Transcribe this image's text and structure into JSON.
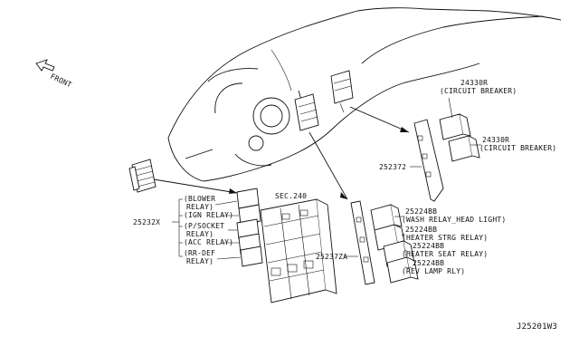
{
  "direction_label": "FRONT",
  "section_ref": "SEC.240",
  "diagram_code": "J25201W3",
  "callouts": {
    "cb_top_num": "24330R",
    "cb_top_desc": "(CIRCUIT BREAKER)",
    "cb_right_num": "24330R",
    "cb_right_desc": "(CIRCUIT BREAKER)",
    "bracket_upper": "252372",
    "bracket_lower": "25237ZA",
    "relay_group_num": "25232X",
    "relay_1a": "(BLOWER",
    "relay_1b": "RELAY)",
    "relay_2": "(IGN RELAY)",
    "relay_3a": "(P/SOCKET",
    "relay_3b": "RELAY)",
    "relay_4": "(ACC RELAY)",
    "relay_5a": "(RR-DEF",
    "relay_5b": "RELAY)",
    "r1_num": "25224BB",
    "r1_desc": "(WASH RELAY_HEAD LIGHT)",
    "r2_num": "25224BB",
    "r2_desc": "(HEATER STRG RELAY)",
    "r3_num": "25224BB",
    "r3_desc": "(HEATER SEAT RELAY)",
    "r4_num": "25224BB",
    "r4_desc": "(REV LAMP RLY)"
  }
}
